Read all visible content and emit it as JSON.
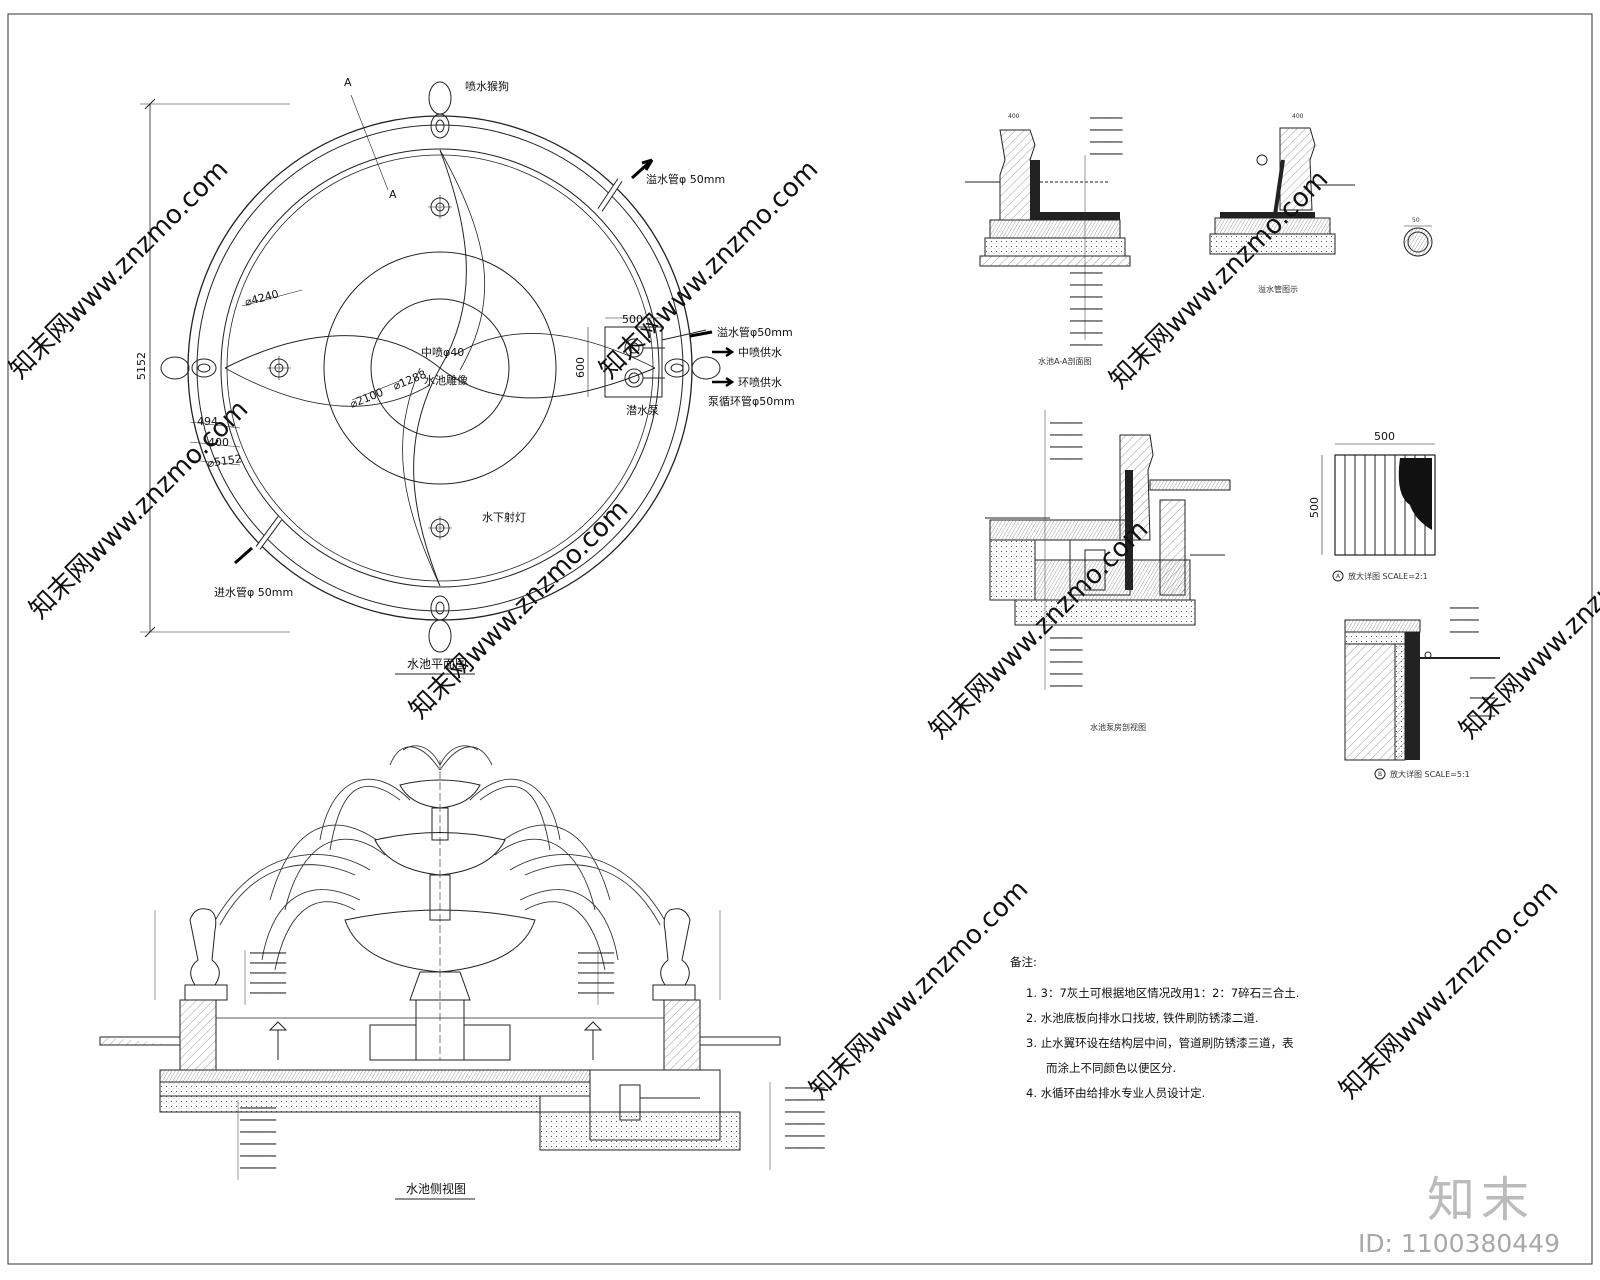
{
  "plan": {
    "title": "水池平面图",
    "dim_total": "5152",
    "section_mark_a": "A",
    "section_mark_a2": "A",
    "dragon_label": "喷水猴狗",
    "overflow_pipe_top": "溢水管φ 50mm",
    "overflow_pipe_right": "溢水管φ50mm",
    "center_supply": "中喷供水",
    "ring_supply": "环喷供水",
    "pump_pipe": "泵循环管φ50mm",
    "pump_label": "潜水泵",
    "pump_w": "500",
    "pump_h": "600",
    "inlet_pipe": "进水管φ 50mm",
    "underwater_light": "水下射灯",
    "center_nozzle": "中喷φ40",
    "sculpture": "水池雕像",
    "d4240": "⌀4240",
    "d2100": "⌀2100",
    "d1288": "⌀1288",
    "d5152": "⌀5152",
    "w494": "494",
    "w400": "400"
  },
  "elevation": {
    "title": "水池侧视图"
  },
  "details": {
    "section_aa": "水池A-A剖面图",
    "overflow_detail": "溢水管图示",
    "pump_section": "水池泵房剖视图",
    "detail_a": "放大详图  SCALE=2:1",
    "detail_b": "放大详图  SCALE=5:1",
    "grate_w": "500",
    "grate_h": "500",
    "mark_a": "A",
    "mark_b": "B",
    "dim_400a": "400",
    "dim_400b": "400",
    "dim_50": "50"
  },
  "notes": {
    "title": "备注:",
    "items": [
      "1. 3：7灰土可根据地区情况改用1：2：7碎石三合土.",
      "2. 水池底板向排水口找坡, 铁件刷防锈漆二道.",
      "3. 止水翼环设在结构层中间，管道刷防锈漆三道，表",
      "而涂上不同颜色以便区分.",
      "4. 水循环由给排水专业人员设计定."
    ]
  },
  "watermark": {
    "logo": "知末",
    "id": "ID: 1100380449",
    "site": "知末网www.znzmo.com"
  }
}
